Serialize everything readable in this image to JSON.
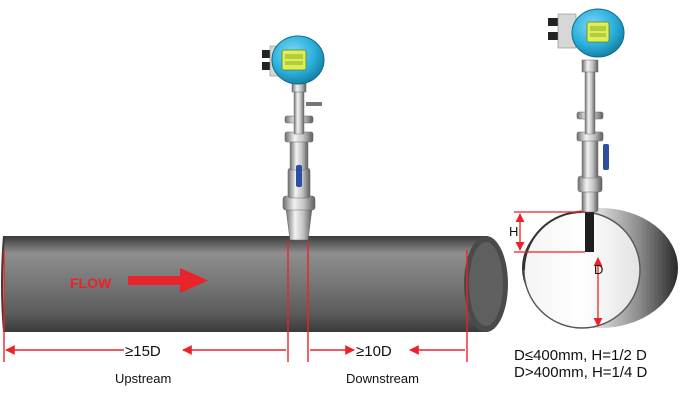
{
  "flow_label": "FLOW",
  "upstream": {
    "distance": "≥15D",
    "label": "Upstream"
  },
  "downstream": {
    "distance": "≥10D",
    "label": "Downstream"
  },
  "cross_section": {
    "height_symbol": "H",
    "diameter_symbol": "D"
  },
  "formulas": [
    "D≤400mm, H=1/2 D",
    "D>400mm, H=1/4 D"
  ],
  "colors": {
    "dimension_lines": "#e8232a",
    "flow_arrow": "#e8232a",
    "pipe": "#6a6a6a",
    "housing": "#2ab0dc",
    "display": "#d8f05a"
  },
  "icons": [
    "flow-arrow-icon",
    "flowmeter-icon",
    "ball-valve-icon"
  ]
}
